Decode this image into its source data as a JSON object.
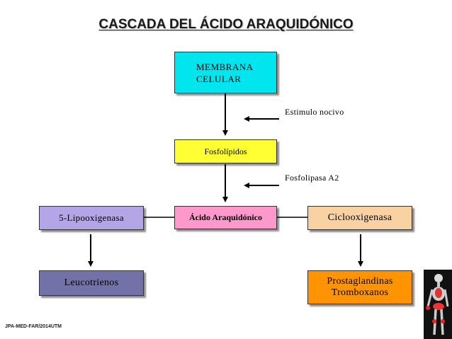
{
  "title": "CASCADA DEL ÁCIDO ARAQUIDÓNICO",
  "boxes": {
    "membrana": {
      "line1": "MEMBRANA",
      "line2": "CELULAR"
    },
    "fosfolipidos": "Fosfolípidos",
    "acido": "Ácido Araquidónico",
    "lipooxigenasa": "5-Lipooxigenasa",
    "ciclooxigenasa": "Ciclooxigenasa",
    "leucotrienos": "Leucotrienos",
    "prostaglandinas": {
      "line1": "Prostaglandinas",
      "line2": "Tromboxanos"
    }
  },
  "labels": {
    "estimulo": "Estimulo nocivo",
    "fosfolipasa": "Fosfolipasa A2"
  },
  "footer": "JPA-MED-FAR/2014UTM",
  "colors": {
    "membrana": "#00e5ee",
    "fosfolipidos": "#ffff33",
    "acido": "#ff99cc",
    "lipooxigenasa": "#b3a6e6",
    "ciclooxigenasa": "#f8d2a2",
    "leucotrienos": "#7272a8",
    "prostaglandinas": "#ff9300"
  },
  "icons": [
    "skeleton-figure-icon"
  ]
}
